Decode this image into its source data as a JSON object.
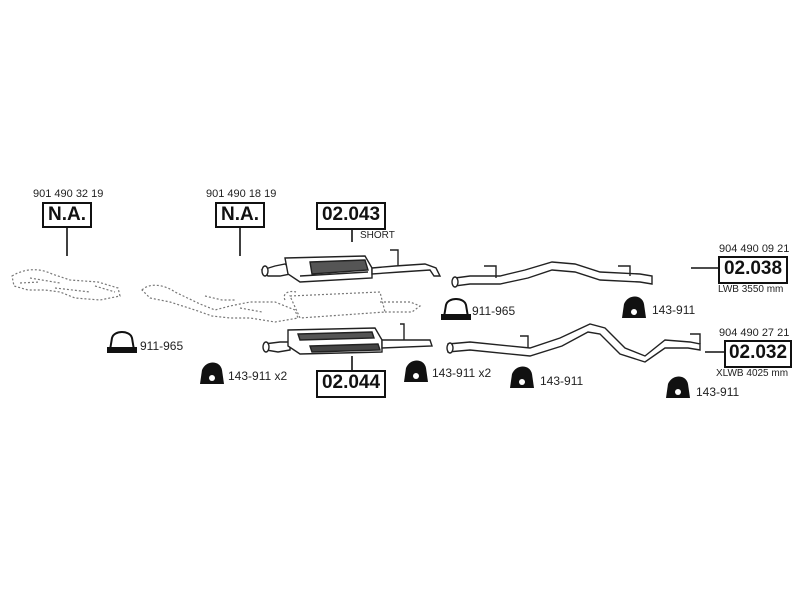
{
  "parts": {
    "na_left": {
      "code": "N.A.",
      "oem": "901 490 32 19"
    },
    "na_mid": {
      "code": "N.A.",
      "oem": "901 490 18 19"
    },
    "p02043": {
      "code": "02.043",
      "note": "SHORT"
    },
    "p02044": {
      "code": "02.044"
    },
    "p02038": {
      "code": "02.038",
      "oem": "904 490 09 21",
      "note": "LWB 3550 mm"
    },
    "p02032": {
      "code": "02.032",
      "oem": "904 490 27 21",
      "note": "XLWB 4025 mm"
    }
  },
  "clamps": [
    {
      "label": "911-965"
    },
    {
      "label": "911-965"
    }
  ],
  "hangers": [
    {
      "label": "143-911 x2"
    },
    {
      "label": "143-911 x2"
    },
    {
      "label": "143-911"
    },
    {
      "label": "143-911"
    },
    {
      "label": "143-911"
    }
  ]
}
